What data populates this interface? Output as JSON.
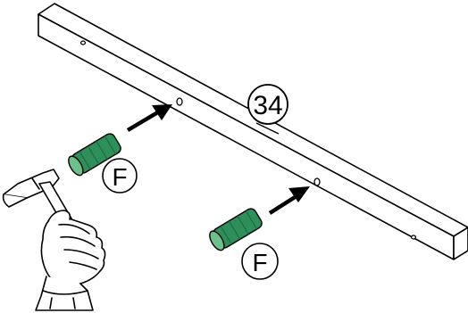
{
  "diagram": {
    "part_number": "34",
    "dowel_label_top": "F",
    "dowel_label_bottom": "F",
    "colors": {
      "dowel_fill": "#2f8f5b",
      "dowel_end": "#6cc08a",
      "dowel_groove": "#1e6b42",
      "line": "#000000",
      "background": "#ffffff"
    },
    "icons": [
      "hammer-in-hand-icon",
      "arrow-icon",
      "wooden-dowel-icon"
    ]
  }
}
